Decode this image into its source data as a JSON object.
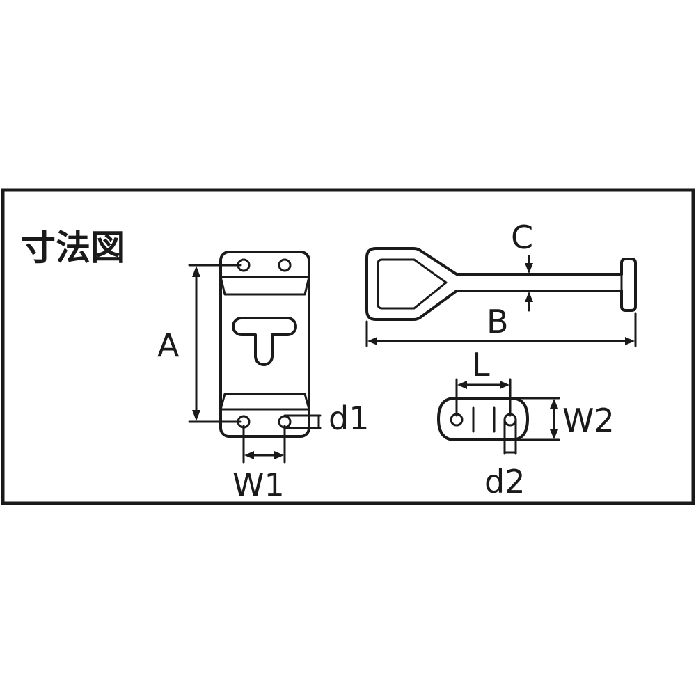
{
  "title": "寸法図",
  "labels": {
    "A": "A",
    "W1": "W1",
    "d1": "d1",
    "C": "C",
    "B": "B",
    "L": "L",
    "W2": "W2",
    "d2": "d2"
  },
  "colors": {
    "line": "#1a1a1a",
    "background": "#ffffff"
  }
}
